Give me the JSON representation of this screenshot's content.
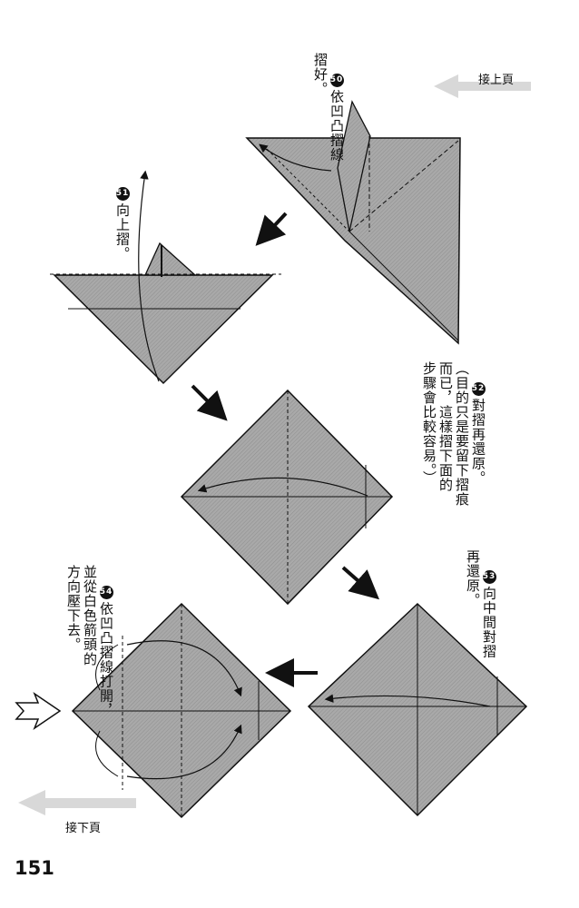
{
  "nav": {
    "prev_label": "接上頁",
    "next_label": "接下頁"
  },
  "steps": [
    {
      "num": "50",
      "text": "依凹凸摺線\n摺好。"
    },
    {
      "num": "51",
      "text": "向上摺。"
    },
    {
      "num": "52",
      "text": "對摺再還原。\n（目的只是要留下摺痕\n而已，這樣摺下面的\n步驟會比較容易。）"
    },
    {
      "num": "53",
      "text": "向中間對摺\n再還原。"
    },
    {
      "num": "54",
      "text": "依凹凸摺線打開，\n並從白色箭頭的\n方向壓下去。"
    }
  ],
  "page_number": "151",
  "colors": {
    "paper_fill": "#a8a8a8",
    "line": "#111111",
    "nav_arrow": "#d7d7d7"
  }
}
